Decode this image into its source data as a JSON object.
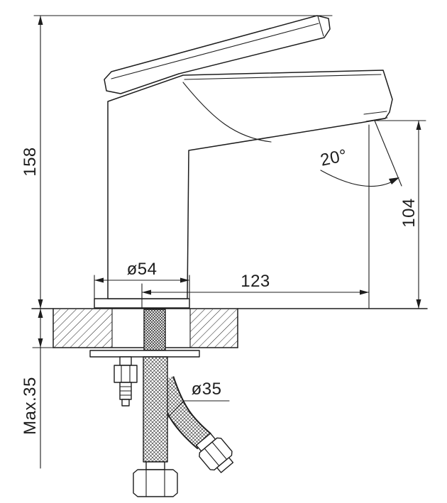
{
  "palette": {
    "ink": "#1d1d1d",
    "paper": "#ffffff"
  },
  "drawing": {
    "labels": {
      "total_height": "158",
      "outlet_height": "104",
      "spout_reach": "123",
      "base_diameter": "ø54",
      "stream_angle": "20°",
      "hose_diameter": "ø35",
      "max_deck_thickness": "Max.35"
    }
  }
}
